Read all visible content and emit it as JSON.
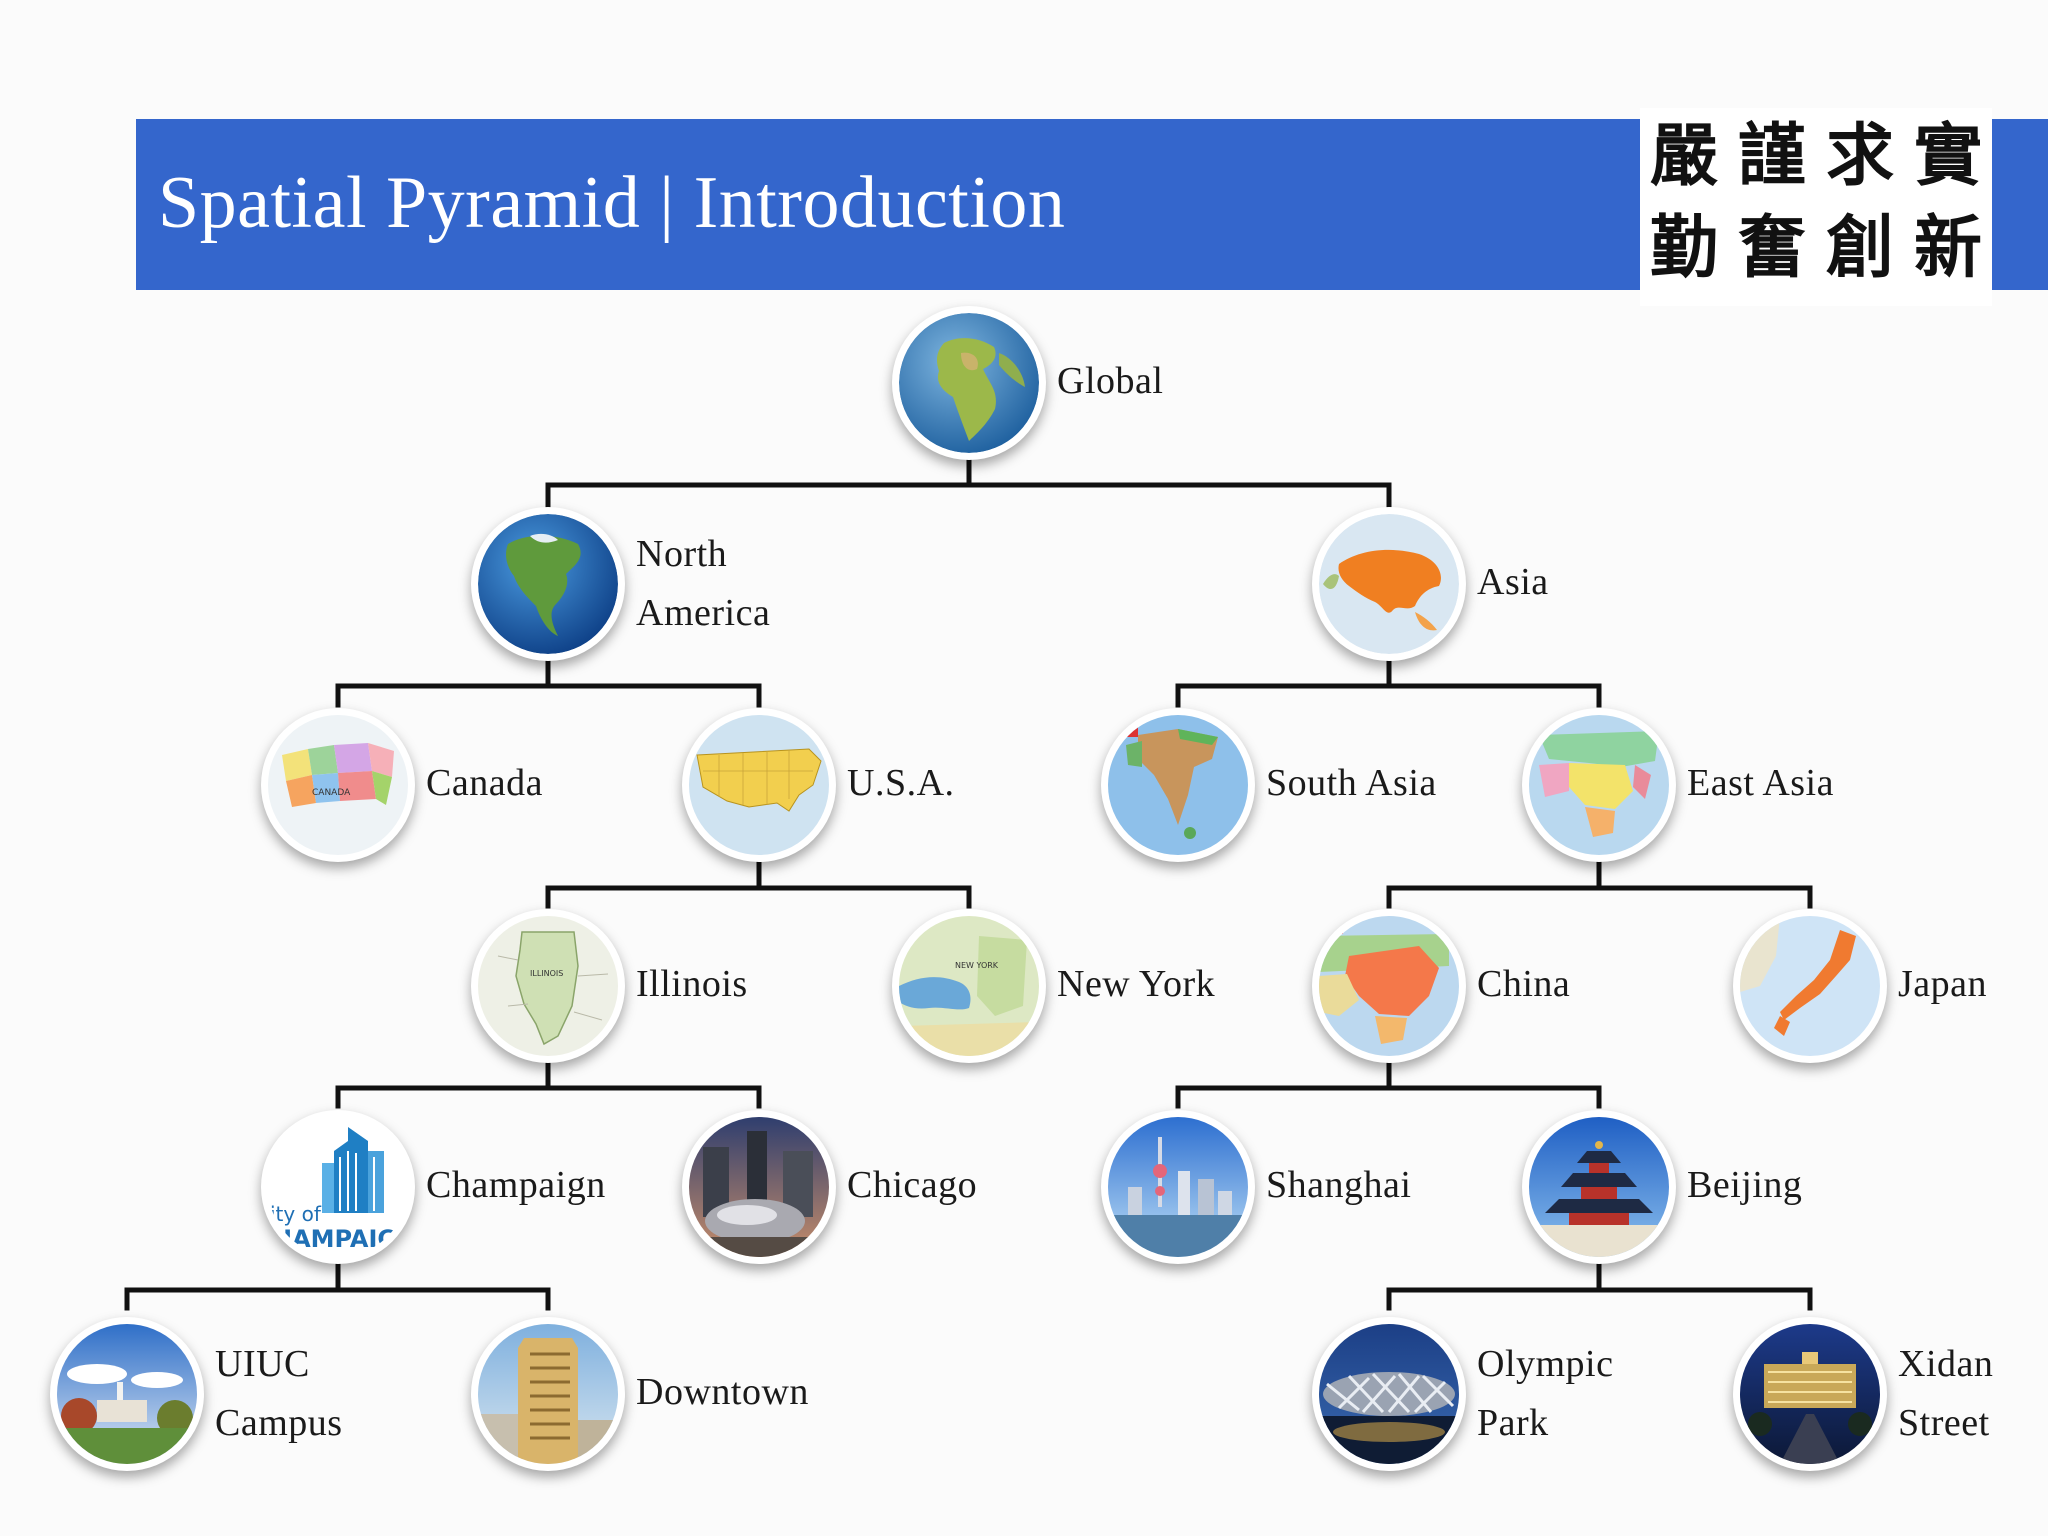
{
  "header": {
    "title": "Spatial Pyramid | Introduction",
    "bar_color": "#3466cc",
    "motto_line1": [
      "嚴",
      "謹",
      "求",
      "實"
    ],
    "motto_line2": [
      "勤",
      "奮",
      "創",
      "新"
    ]
  },
  "line_color": "#111111",
  "nodes": {
    "global": {
      "label": "Global",
      "icon": "globe-africa-europe-icon"
    },
    "north_america": {
      "label1": "North",
      "label2": "America",
      "icon": "globe-north-america-icon"
    },
    "asia": {
      "label": "Asia",
      "icon": "globe-asia-icon"
    },
    "canada": {
      "label": "Canada",
      "icon": "canada-map-icon"
    },
    "usa": {
      "label": "U.S.A.",
      "icon": "usa-map-icon"
    },
    "south_asia": {
      "label": "South Asia",
      "icon": "south-asia-map-icon"
    },
    "east_asia": {
      "label": "East Asia",
      "icon": "east-asia-map-icon"
    },
    "illinois": {
      "label": "Illinois",
      "icon": "illinois-map-icon"
    },
    "new_york": {
      "label": "New York",
      "icon": "new-york-map-icon"
    },
    "china": {
      "label": "China",
      "icon": "china-map-icon"
    },
    "japan": {
      "label": "Japan",
      "icon": "japan-map-icon"
    },
    "champaign": {
      "label": "Champaign",
      "icon": "city-of-champaign-logo",
      "logo_text1": "ity of",
      "logo_text2": "HAMPAIC"
    },
    "chicago": {
      "label": "Chicago",
      "icon": "chicago-bean-photo"
    },
    "shanghai": {
      "label": "Shanghai",
      "icon": "shanghai-skyline-photo"
    },
    "beijing": {
      "label": "Beijing",
      "icon": "temple-of-heaven-photo"
    },
    "uiuc_campus": {
      "label1": "UIUC",
      "label2": "Campus",
      "icon": "uiuc-campus-photo"
    },
    "downtown": {
      "label": "Downtown",
      "icon": "downtown-building-photo"
    },
    "olympic_park": {
      "label1": "Olympic",
      "label2": "Park",
      "icon": "birds-nest-stadium-photo"
    },
    "xidan_street": {
      "label1": "Xidan",
      "label2": "Street",
      "icon": "xidan-street-night-photo"
    }
  }
}
